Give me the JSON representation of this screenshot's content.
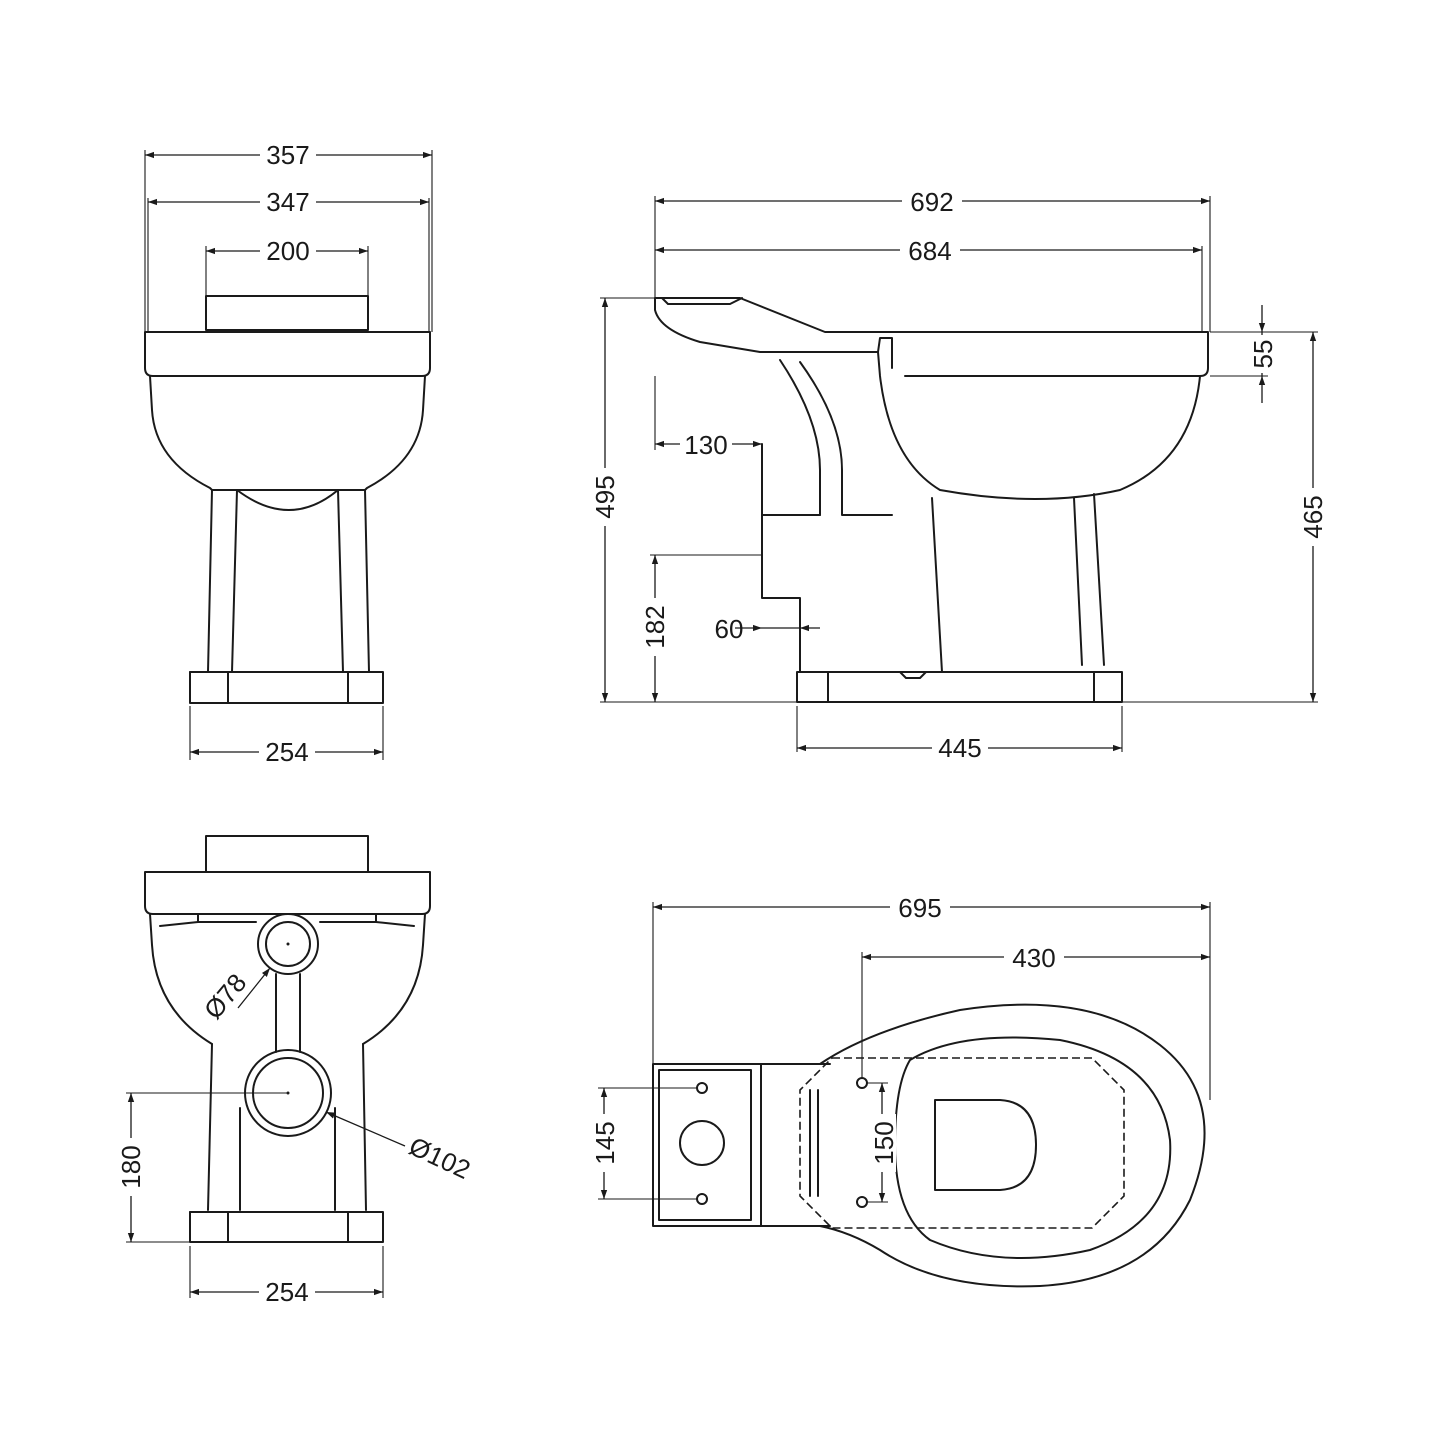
{
  "colors": {
    "line": "#1a1a1a",
    "background": "#ffffff"
  },
  "front_view": {
    "overall_width": "357",
    "rim_width": "347",
    "cistern_width": "200",
    "base_width": "254"
  },
  "side_view": {
    "overall_length": "692",
    "rim_length": "684",
    "total_height": "495",
    "bowl_height": "465",
    "rim_depth": "55",
    "waste_offset": "130",
    "waste_height": "182",
    "outlet_length": "60",
    "base_length": "445"
  },
  "rear_view": {
    "inlet_diameter": "Ø78",
    "outlet_diameter": "Ø102",
    "outlet_height": "180",
    "base_width": "254"
  },
  "plan_view": {
    "overall_length": "695",
    "seat_length": "430",
    "cistern_hole_spacing": "145",
    "seat_hole_spacing": "150"
  }
}
